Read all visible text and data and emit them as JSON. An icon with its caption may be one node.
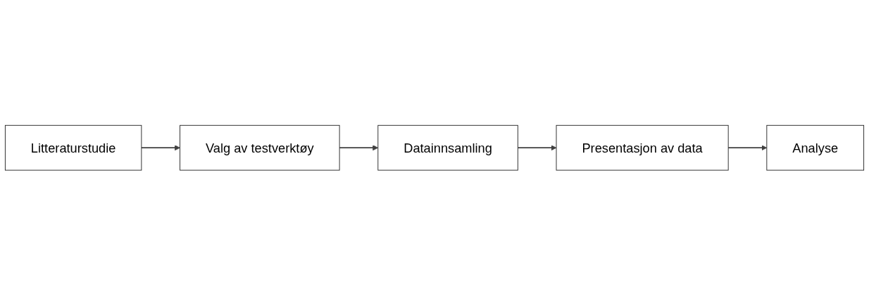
{
  "diagram": {
    "nodes": [
      {
        "text": [
          "Litteraturstudie"
        ]
      },
      {
        "text": [
          "Valg av testverktøy"
        ]
      },
      {
        "text": [
          "Datainnsamling"
        ]
      },
      {
        "text": [
          "Presentasjon av data"
        ]
      },
      {
        "text": [
          "Analyse"
        ]
      }
    ],
    "edges": [
      {
        "from": 0,
        "to": 1,
        "arrow": "to"
      },
      {
        "from": 1,
        "to": 2,
        "arrow": "to"
      },
      {
        "from": 2,
        "to": 3,
        "arrow": "to"
      },
      {
        "from": 3,
        "to": 4,
        "arrow": "to"
      }
    ]
  }
}
